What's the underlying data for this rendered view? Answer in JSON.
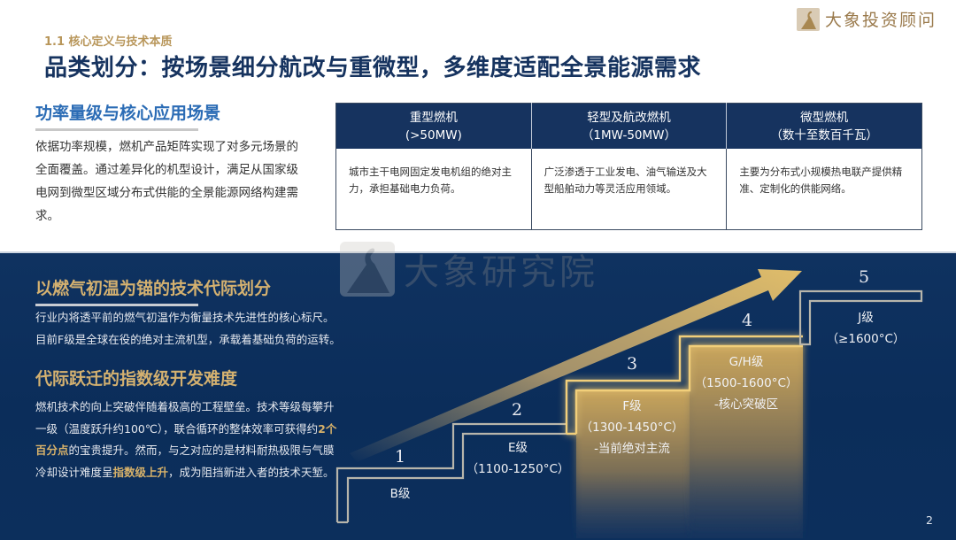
{
  "header": {
    "section_tag": "1.1 核心定义与技术本质",
    "title": "品类划分：按场景细分航改与重微型，多维度适配全景能源需求",
    "brand": {
      "name": "大象投资顾问",
      "logo_icon": "elephant-logo-icon"
    }
  },
  "power_section": {
    "heading": "功率量级与核心应用场景",
    "body": "依据功率规模，燃机产品矩阵实现了对多元场景的全面覆盖。通过差异化的机型设计，满足从国家级电网到微型区域分布式供能的全景能源网络构建需求。"
  },
  "comparison_table": {
    "columns": [
      {
        "name": "重型燃机",
        "range": "(>50MW)",
        "desc": "城市主干电网固定发电机组的绝对主力，承担基础电力负荷。"
      },
      {
        "name": "轻型及航改燃机",
        "range": "（1MW-50MW）",
        "desc": "广泛渗透于工业发电、油气输送及大型船舶动力等灵活应用领域。"
      },
      {
        "name": "微型燃机",
        "range": "（数十至数百千瓦）",
        "desc": "主要为分布式小规模热电联产提供精准、定制化的供能网络。"
      }
    ]
  },
  "generation_section": {
    "heading": "以燃气初温为锚的技术代际划分",
    "body_lines": [
      "行业内将透平前的燃气初温作为衡量技术先进性的核心标尺。",
      "目前F级是全球在役的绝对主流机型，承载着基础负荷的运转。"
    ]
  },
  "difficulty_section": {
    "heading": "代际跃迁的指数级开发难度",
    "body_parts": {
      "p1": "燃机技术的向上突破伴随着极高的工程壁垒。技术等级每攀升一级（温度跃升约100℃），联合循环的整体效率可获得约",
      "hl1": "2个百分点",
      "p2": "的宝贵提升。然而，与之对应的是材料耐热极限与气膜冷却设计难度呈",
      "hl2": "指数级上升",
      "p3": "，成为阻挡新进入者的技术天堑。"
    }
  },
  "watermark": {
    "text": "大象研究院"
  },
  "staircase": {
    "steps": [
      {
        "num": "1",
        "class": "B级",
        "temp": "",
        "note": ""
      },
      {
        "num": "2",
        "class": "E级",
        "temp": "（1100-1250°C）",
        "note": ""
      },
      {
        "num": "3",
        "class": "F级",
        "temp": "（1300-1450°C）",
        "note": "-当前绝对主流"
      },
      {
        "num": "4",
        "class": "G/H级",
        "temp": "（1500-1600°C）",
        "note": "-核心突破区"
      },
      {
        "num": "5",
        "class": "J级",
        "temp": "（≥1600°C）",
        "note": ""
      }
    ],
    "highlight_color": "#e0b85e",
    "outline_color": "#b9b7ad"
  },
  "footer": {
    "page_number": "2"
  }
}
